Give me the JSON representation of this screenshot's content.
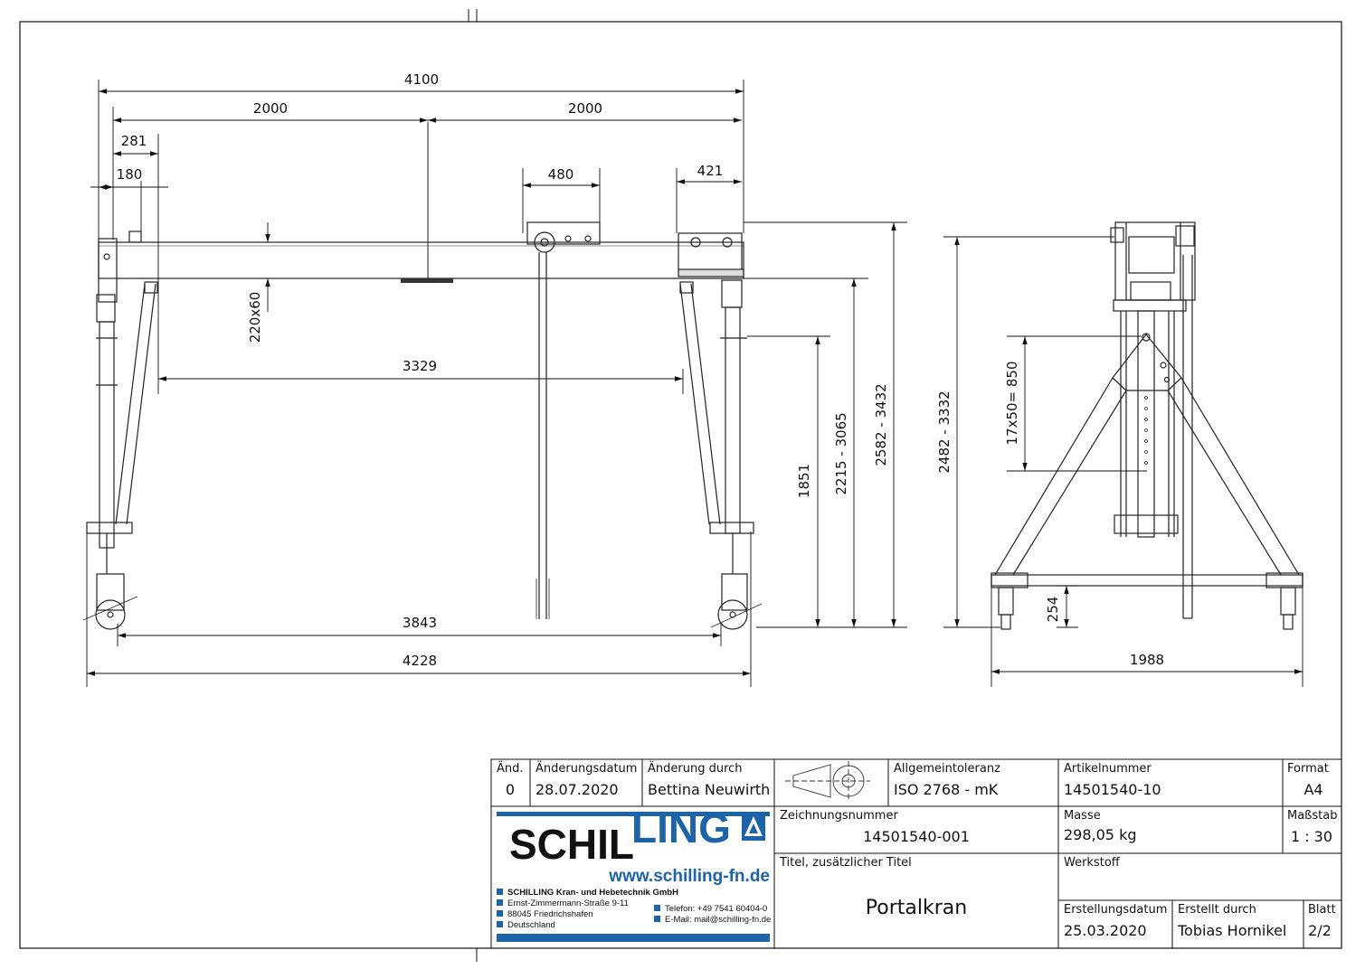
{
  "dimensions": {
    "front": {
      "overall_top": "4100",
      "half_left": "2000",
      "half_right": "2000",
      "d281": "281",
      "d180": "180",
      "d480": "480",
      "d421": "421",
      "beam_profile": "220x60",
      "inner_span": "3329",
      "wheel_span": "3843",
      "overall_bottom": "4228",
      "d1851": "1851",
      "d2215": "2215 - 3065",
      "d2582": "2582 - 3432"
    },
    "side": {
      "overall_height": "2482 - 3332",
      "hole_pattern": "17x50= 850",
      "d254": "254",
      "track_width": "1988"
    }
  },
  "title_block": {
    "revision": {
      "label": "Änd.",
      "value": "0"
    },
    "change_date": {
      "label": "Änderungsdatum",
      "value": "28.07.2020"
    },
    "changed_by": {
      "label": "Änderung durch",
      "value": "Bettina Neuwirth"
    },
    "tolerance": {
      "label": "Allgemeintoleranz",
      "value": "ISO 2768 - mK"
    },
    "article_no": {
      "label": "Artikelnummer",
      "value": "14501540-10"
    },
    "format": {
      "label": "Format",
      "value": "A4"
    },
    "drawing_no": {
      "label": "Zeichnungsnummer",
      "value": "14501540-001"
    },
    "mass": {
      "label": "Masse",
      "value": "298,05 kg"
    },
    "scale": {
      "label": "Maßstab",
      "value": "1 : 30"
    },
    "title": {
      "label": "Titel, zusätzlicher Titel",
      "value": "Portalkran"
    },
    "material": {
      "label": "Werkstoff",
      "value": ""
    },
    "created_date": {
      "label": "Erstellungsdatum",
      "value": "25.03.2020"
    },
    "created_by": {
      "label": "Erstellt durch",
      "value": "Tobias Hornikel"
    },
    "sheet": {
      "label": "Blatt",
      "value": "2/2"
    }
  },
  "company": {
    "logo_left": "SCHIL",
    "logo_right": "LING",
    "url": "www.schilling-fn.de",
    "name": "SCHILLING Kran- und Hebetechnik GmbH",
    "street": "Ernst-Zimmermann-Straße 9-11",
    "city": "88045 Friedrichshafen",
    "country": "Deutschland",
    "phone": "Telefon: +49 7541 60404-0",
    "email": "E-Mail: mail@schilling-fn.de",
    "accent_color": "#1c63a8"
  }
}
